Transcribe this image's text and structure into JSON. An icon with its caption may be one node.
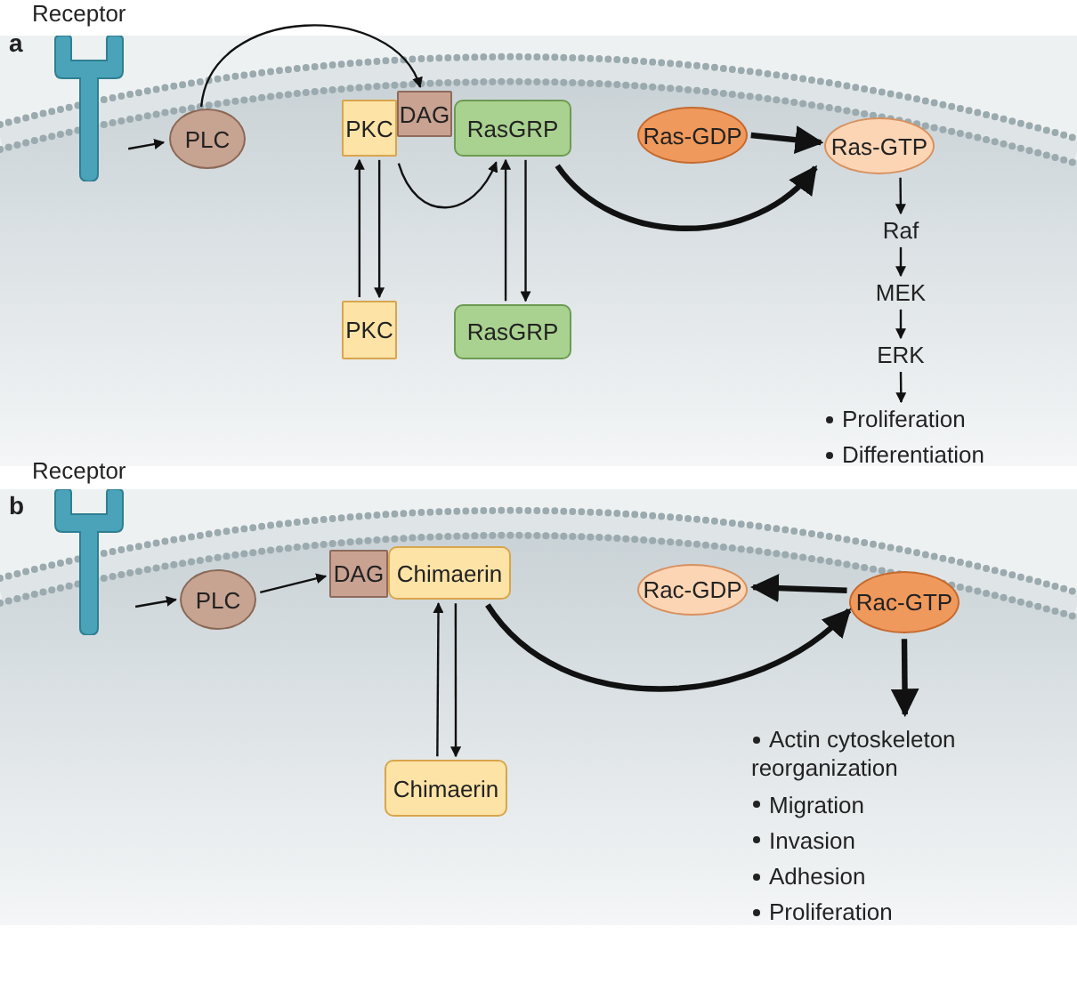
{
  "diagram": {
    "nodes": [
      {
        "text": [
          "Receptor"
        ]
      },
      {
        "text": [
          "PLC"
        ]
      },
      {
        "text": [
          "PKC"
        ]
      },
      {
        "text": [
          "DAG"
        ]
      },
      {
        "text": [
          "RasGRP"
        ]
      },
      {
        "text": [
          "Ras-GDP"
        ]
      },
      {
        "text": [
          "Ras-GTP"
        ]
      },
      {
        "text": [
          "PKC"
        ]
      },
      {
        "text": [
          "RasGRP"
        ]
      },
      {
        "text": [
          "Raf"
        ]
      },
      {
        "text": [
          "MEK"
        ]
      },
      {
        "text": [
          "ERK"
        ]
      },
      {
        "text": [
          "Proliferation",
          "Differentiation"
        ]
      },
      {
        "text": [
          "Receptor"
        ]
      },
      {
        "text": [
          "PLC"
        ]
      },
      {
        "text": [
          "DAG"
        ]
      },
      {
        "text": [
          "Chimaerin"
        ]
      },
      {
        "text": [
          "Rac-GDP"
        ]
      },
      {
        "text": [
          "Rac-GTP"
        ]
      },
      {
        "text": [
          "Chimaerin"
        ]
      },
      {
        "text": [
          "Actin cytoskeleton reorganization",
          "Migration",
          "Invasion",
          "Adhesion",
          "Proliferation"
        ]
      }
    ],
    "edges": [
      {
        "from": 0,
        "to": 1,
        "arrow": "to"
      },
      {
        "from": 1,
        "to": 3,
        "arrow": "to"
      },
      {
        "from": 7,
        "to": 2,
        "arrow": "to"
      },
      {
        "from": 2,
        "to": 7,
        "arrow": "to"
      },
      {
        "from": 2,
        "to": 4,
        "arrow": "to"
      },
      {
        "from": 8,
        "to": 4,
        "arrow": "to"
      },
      {
        "from": 4,
        "to": 8,
        "arrow": "to"
      },
      {
        "from": 4,
        "to": 6,
        "arrow": "to",
        "style": "thick"
      },
      {
        "from": 5,
        "to": 6,
        "arrow": "to",
        "style": "thick"
      },
      {
        "from": 6,
        "to": 9,
        "arrow": "to"
      },
      {
        "from": 9,
        "to": 10,
        "arrow": "to"
      },
      {
        "from": 10,
        "to": 11,
        "arrow": "to"
      },
      {
        "from": 11,
        "to": 12,
        "arrow": "to"
      },
      {
        "from": 13,
        "to": 14,
        "arrow": "to"
      },
      {
        "from": 14,
        "to": 15,
        "arrow": "to"
      },
      {
        "from": 19,
        "to": 16,
        "arrow": "to"
      },
      {
        "from": 16,
        "to": 19,
        "arrow": "to"
      },
      {
        "from": 16,
        "to": 18,
        "arrow": "to",
        "style": "thick"
      },
      {
        "from": 18,
        "to": 17,
        "arrow": "to",
        "style": "thick"
      },
      {
        "from": 18,
        "to": 20,
        "arrow": "to",
        "style": "thick"
      }
    ],
    "labels": [
      "a",
      "b"
    ]
  }
}
